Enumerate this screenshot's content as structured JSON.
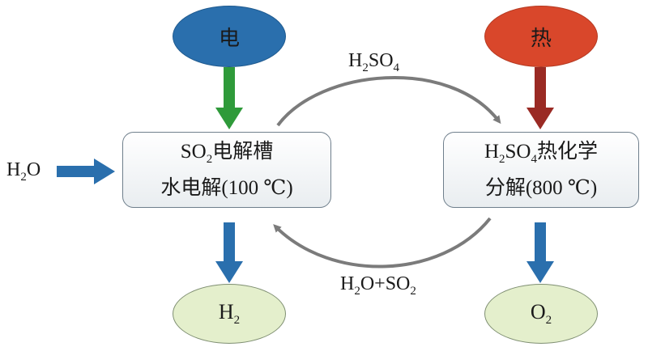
{
  "sources": {
    "electricity": {
      "label": "电",
      "color": "#2a6fad"
    },
    "heat": {
      "label": "热",
      "color": "#d9472b"
    }
  },
  "input": {
    "main": "H",
    "sub": "2",
    "tail": "O"
  },
  "electrolyzer": {
    "line1_main": "SO",
    "line1_sub": "2",
    "line1_tail": "电解槽",
    "line2": "水电解(100 ℃)"
  },
  "decomposer": {
    "line1_a": "H",
    "line1_a_sub": "2",
    "line1_b": "SO",
    "line1_b_sub": "4",
    "line1_tail": "热化学",
    "line2": "分解(800 ℃)"
  },
  "flows": {
    "top": {
      "a": "H",
      "a_sub": "2",
      "b": "SO",
      "b_sub": "4"
    },
    "bottom": {
      "a": "H",
      "a_sub": "2",
      "b": "O+SO",
      "b_sub": "2"
    }
  },
  "products": {
    "hydrogen": {
      "main": "H",
      "sub": "2"
    },
    "oxygen": {
      "main": "O",
      "sub": "2"
    }
  },
  "colors": {
    "product_fill": "#e4efcc",
    "box_border": "#6f7f8c",
    "blue_arrow": "#2a6fad",
    "green_arrow": "#2f9a3a",
    "red_arrow": "#9a2a24",
    "cycle_arrow": "#7b7b7b"
  }
}
